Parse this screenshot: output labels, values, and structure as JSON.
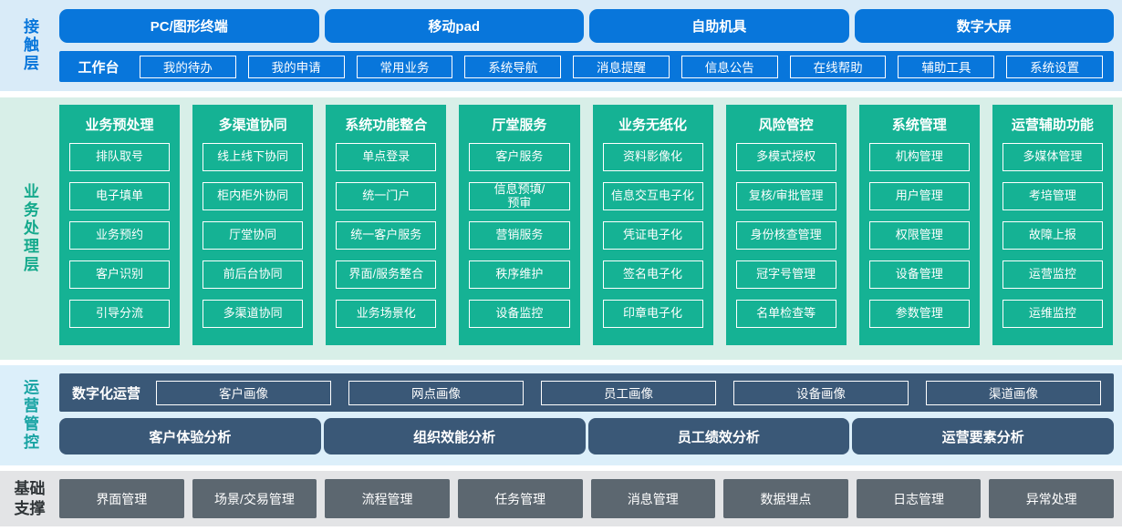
{
  "colors": {
    "accent_blue": "#0876DB",
    "contact_bg": "#D9EBF8",
    "teal": "#15B294",
    "business_bg": "#D8EFE8",
    "teal_label": "#14A98C",
    "slate": "#3A5877",
    "ops_bg": "#DCEFFA",
    "ops_label": "#18A3A3",
    "gray": "#5C6770",
    "foundation_bg": "#E3E4E6"
  },
  "contact_layer": {
    "label": "接触层",
    "terminals": [
      "PC/图形终端",
      "移动pad",
      "自助机具",
      "数字大屏"
    ],
    "workbench": {
      "label": "工作台",
      "items": [
        "我的待办",
        "我的申请",
        "常用业务",
        "系统导航",
        "消息提醒",
        "信息公告",
        "在线帮助",
        "辅助工具",
        "系统设置"
      ]
    }
  },
  "business_layer": {
    "label": "业务处理层",
    "columns": [
      {
        "title": "业务预处理",
        "items": [
          "排队取号",
          "电子填单",
          "业务预约",
          "客户识别",
          "引导分流"
        ]
      },
      {
        "title": "多渠道协同",
        "items": [
          "线上线下协同",
          "柜内柜外协同",
          "厅堂协同",
          "前后台协同",
          "多渠道协同"
        ]
      },
      {
        "title": "系统功能整合",
        "items": [
          "单点登录",
          "统一门户",
          "统一客户服务",
          "界面/服务整合",
          "业务场景化"
        ]
      },
      {
        "title": "厅堂服务",
        "items": [
          "客户服务",
          "信息预填/\n预审",
          "营销服务",
          "秩序维护",
          "设备监控"
        ]
      },
      {
        "title": "业务无纸化",
        "items": [
          "资料影像化",
          "信息交互电子化",
          "凭证电子化",
          "签名电子化",
          "印章电子化"
        ]
      },
      {
        "title": "风险管控",
        "items": [
          "多模式授权",
          "复核/审批管理",
          "身份核查管理",
          "冠字号管理",
          "名单检查等"
        ]
      },
      {
        "title": "系统管理",
        "items": [
          "机构管理",
          "用户管理",
          "权限管理",
          "设备管理",
          "参数管理"
        ]
      },
      {
        "title": "运营辅助功能",
        "items": [
          "多媒体管理",
          "考培管理",
          "故障上报",
          "运营监控",
          "运维监控"
        ]
      }
    ]
  },
  "operation_layer": {
    "label": "运营管控",
    "digital_ops": {
      "label": "数字化运营",
      "items": [
        "客户画像",
        "网点画像",
        "员工画像",
        "设备画像",
        "渠道画像"
      ]
    },
    "analysis": [
      "客户体验分析",
      "组织效能分析",
      "员工绩效分析",
      "运营要素分析"
    ]
  },
  "foundation_layer": {
    "label": "基础\n支撑",
    "items": [
      "界面管理",
      "场景/交易管理",
      "流程管理",
      "任务管理",
      "消息管理",
      "数据埋点",
      "日志管理",
      "异常处理"
    ]
  }
}
